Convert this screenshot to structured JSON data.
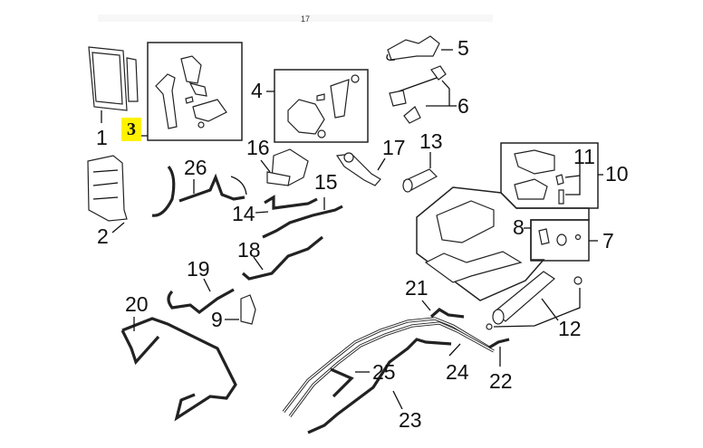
{
  "page": {
    "page_number": "17"
  },
  "diagram": {
    "title": "Air suspension components exploded parts diagram",
    "highlighted_callout": "3",
    "highlight_color": "#fff200",
    "callouts": [
      {
        "id": "1",
        "part": "control-module"
      },
      {
        "id": "2",
        "part": "module-bracket"
      },
      {
        "id": "3",
        "part": "height-sensor-kit-front"
      },
      {
        "id": "4",
        "part": "height-sensor-kit-rear"
      },
      {
        "id": "5",
        "part": "height-sensor-connector"
      },
      {
        "id": "6",
        "part": "sensor-harness-and-bracket"
      },
      {
        "id": "7",
        "part": "compressor-mount-kit"
      },
      {
        "id": "8",
        "part": "isolator"
      },
      {
        "id": "9",
        "part": "line-bracket"
      },
      {
        "id": "10",
        "part": "valve-block-kit"
      },
      {
        "id": "11",
        "part": "valve-block-fasteners"
      },
      {
        "id": "12",
        "part": "air-dryer"
      },
      {
        "id": "13",
        "part": "air-filter"
      },
      {
        "id": "14",
        "part": "air-line"
      },
      {
        "id": "15",
        "part": "air-line"
      },
      {
        "id": "16",
        "part": "relay-bracket"
      },
      {
        "id": "17",
        "part": "intake-valve"
      },
      {
        "id": "18",
        "part": "air-line"
      },
      {
        "id": "19",
        "part": "air-line"
      },
      {
        "id": "20",
        "part": "front-air-line"
      },
      {
        "id": "21",
        "part": "line-clip"
      },
      {
        "id": "22",
        "part": "line-connector"
      },
      {
        "id": "23",
        "part": "rear-air-line"
      },
      {
        "id": "24",
        "part": "air-line-bundle"
      },
      {
        "id": "25",
        "part": "air-line"
      },
      {
        "id": "26",
        "part": "harness"
      }
    ]
  }
}
